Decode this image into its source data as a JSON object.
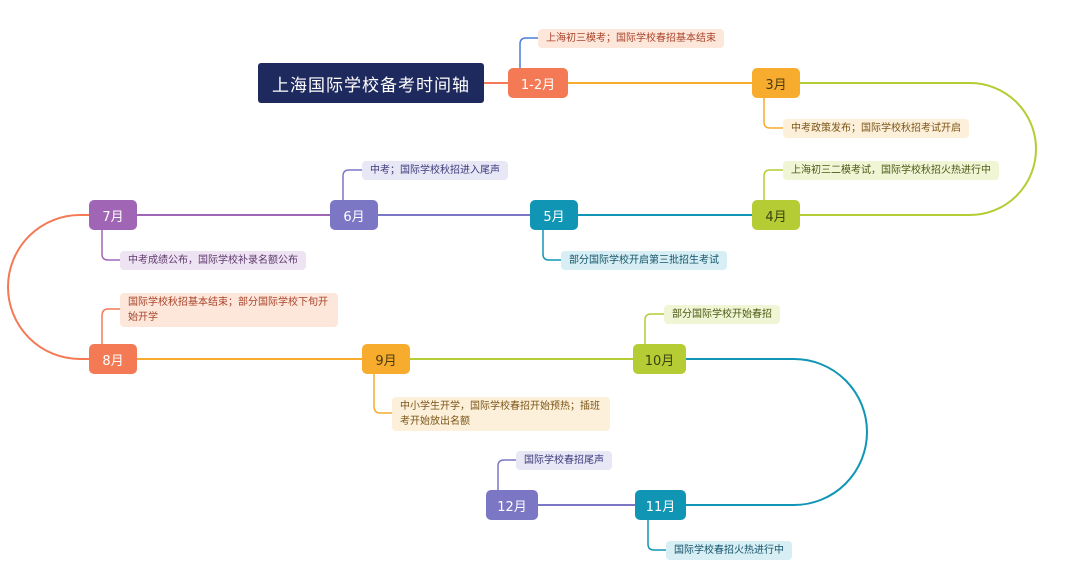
{
  "title": "上海国际学校备考时间轴",
  "colors": {
    "title_bg": "#1e2a5e",
    "orange": "#f47a56",
    "amber": "#f7ac2e",
    "lime": "#b5cc34",
    "teal": "#1096b4",
    "purple": "#7b77c5",
    "violet": "#a066b5",
    "note_orange": "#fde6da",
    "note_amber": "#fdf0da",
    "note_lime": "#f0f5d6",
    "note_teal": "#d6eef4",
    "note_purple": "#e8e7f6",
    "note_violet": "#eee3f2"
  },
  "nodes": {
    "jan_feb": "1-2月",
    "mar": "3月",
    "apr": "4月",
    "may": "5月",
    "jun": "6月",
    "jul": "7月",
    "aug": "8月",
    "sep": "9月",
    "oct": "10月",
    "nov": "11月",
    "dec": "12月"
  },
  "notes": {
    "jan_feb": "上海初三模考；国际学校春招基本结束",
    "mar": "中考政策发布；国际学校秋招考试开启",
    "apr": "上海初三二模考试，国际学校秋招火热进行中",
    "may": "部分国际学校开启第三批招生考试",
    "jun": "中考；国际学校秋招进入尾声",
    "jul": "中考成绩公布，国际学校补录名额公布",
    "aug": "国际学校秋招基本结束；部分国际学校下旬开始开学",
    "sep": "中小学生开学，国际学校春招开始预热；插班考开始放出名额",
    "oct": "部分国际学校开始春招",
    "nov": "国际学校春招火热进行中",
    "dec": "国际学校春招尾声"
  }
}
